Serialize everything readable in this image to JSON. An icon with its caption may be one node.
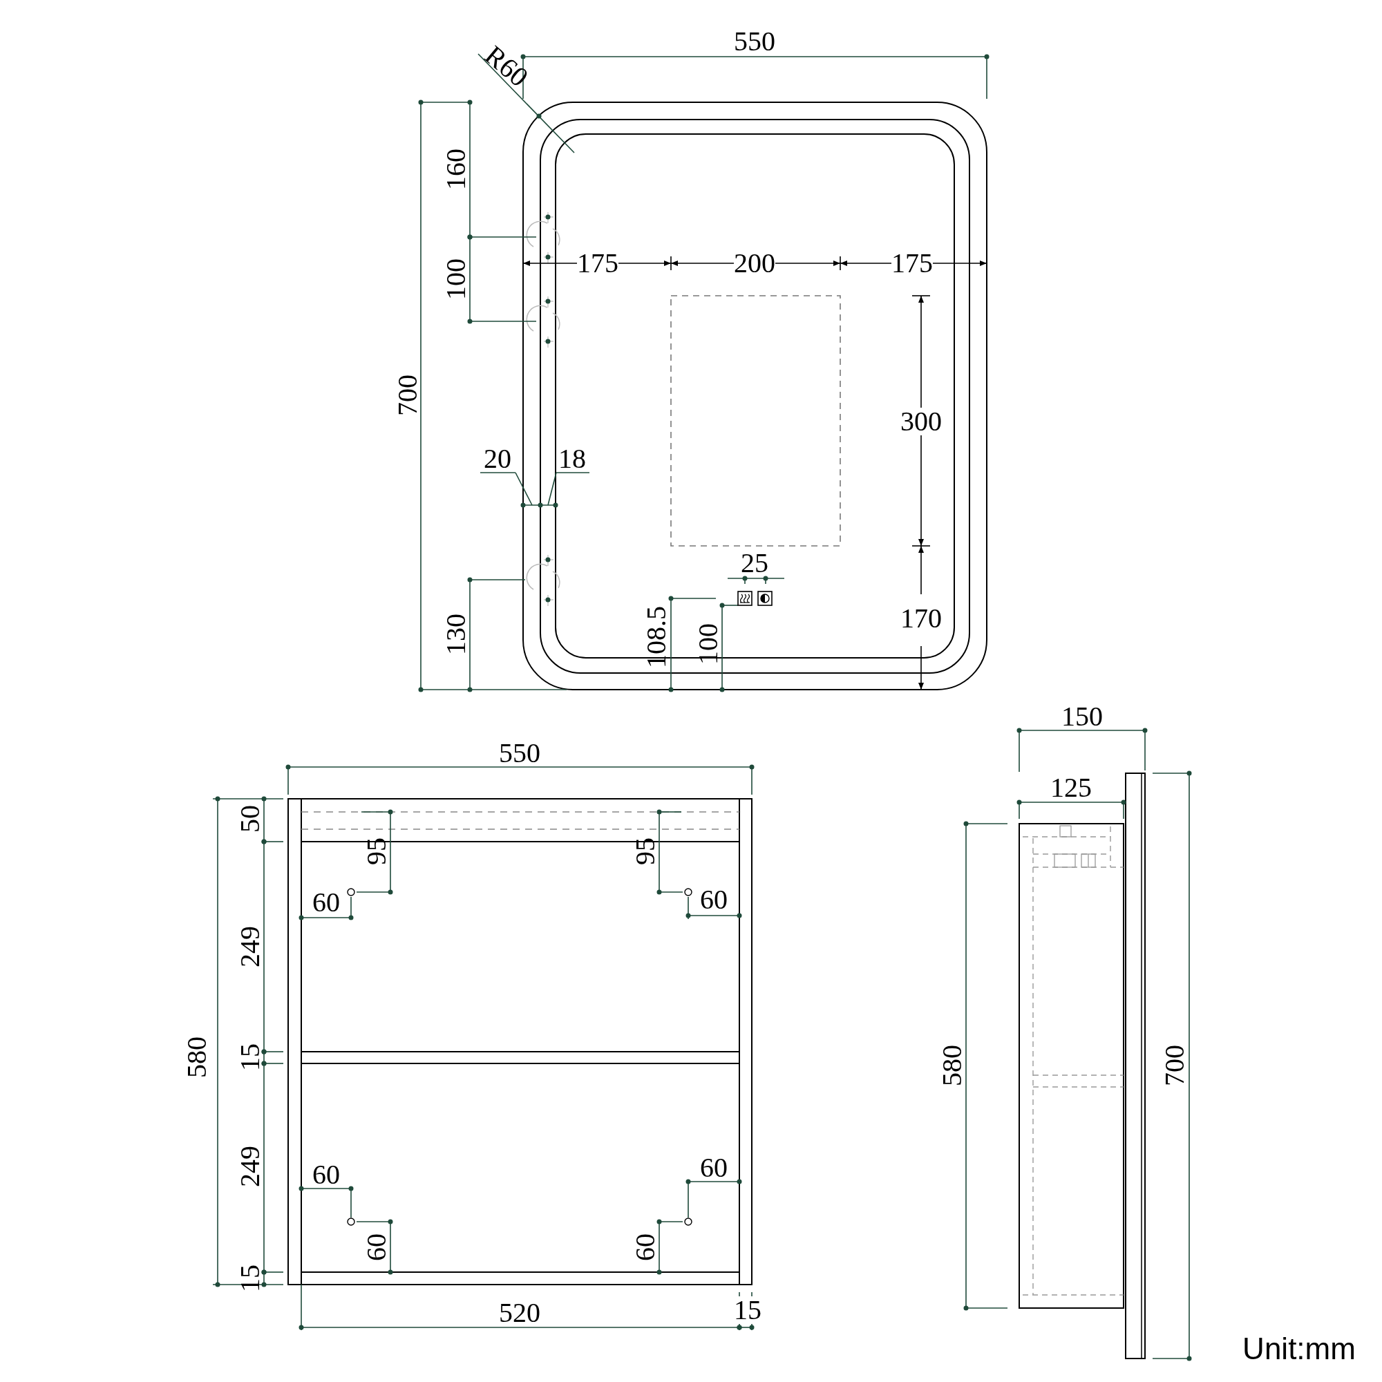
{
  "diagram": {
    "labels": [
      "550",
      "R60",
      "160",
      "175",
      "200",
      "175",
      "100",
      "700",
      "300",
      "20",
      "18",
      "25",
      "170",
      "130",
      "108.5",
      "100",
      "550",
      "150",
      "125",
      "50",
      "95",
      "95",
      "60",
      "60",
      "249",
      "580",
      "15",
      "580",
      "700",
      "249",
      "60",
      "60",
      "60",
      "60",
      "15",
      "520",
      "15",
      "Unit:mm"
    ]
  }
}
